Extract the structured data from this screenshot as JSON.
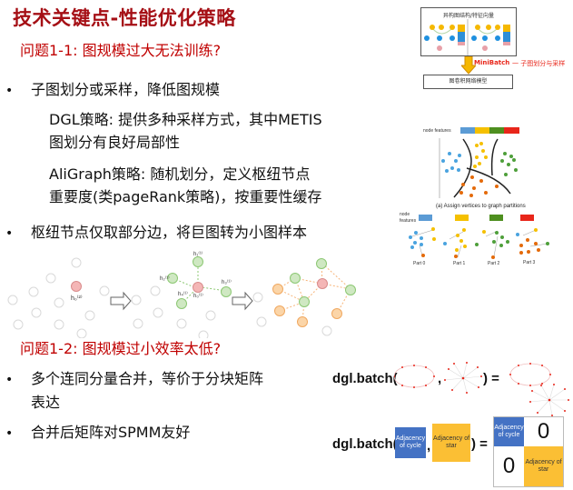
{
  "slide": {
    "title": "技术关键点-性能优化策略",
    "problem1": "问题1-1: 图规模过大无法训练?",
    "bullets1": [
      {
        "bullet": "•",
        "text": "子图划分或采样，降低图规模"
      },
      {
        "bullet": "",
        "text": "DGL策略: 提供多种采样方式，其中METIS"
      },
      {
        "bullet": "",
        "text": "图划分有良好局部性"
      },
      {
        "bullet": "",
        "text": "AliGraph策略: 随机划分，定义枢纽节点"
      },
      {
        "bullet": "",
        "text": "重要度(类pageRank策略)，按重要性缓存"
      },
      {
        "bullet": "•",
        "text": "枢纽节点仅取部分边，将巨图转为小图样本"
      }
    ],
    "problem2": "问题1-2: 图规模过小效率太低?",
    "bullets2": [
      {
        "bullet": "•",
        "text": "多个连同分量合并，等价于分块矩阵"
      },
      {
        "bullet": "",
        "text": "表达"
      },
      {
        "bullet": "•",
        "text": "合并后矩阵对SPMM友好"
      }
    ]
  },
  "figure_minibatch": {
    "top_box_label": "异构图结构/特征向量",
    "arrow_label": "MiniBatch",
    "arrow_note": "一 子图划分与采样",
    "bottom_box_label": "图卷积网络模型"
  },
  "figure_partition": {
    "legend_label": "node features",
    "caption": "(a) Assign vertices to graph partitions",
    "legend_label2": "node features",
    "parts": [
      "Part 0",
      "Part 1",
      "Part 2",
      "Part 3"
    ],
    "colors": [
      "#5b9bd5",
      "#f5c000",
      "#4e8f1f",
      "#e8261a"
    ]
  },
  "figure_sampling": {
    "center_label": "h₀⁽²⁾",
    "arrow_icon": "hollow-right-arrow"
  },
  "figure_batch": {
    "expr_label": "dgl.batch(",
    "comma": ",",
    "close_eq": ") =",
    "cycle_label": "Adjacency of cycle",
    "star_label": "Adjacency of star",
    "zero": "0"
  },
  "colors": {
    "title": "#a50f15",
    "subtitle": "#c00000",
    "adj_blue": "#4472c4",
    "adj_yellow": "#fbbf34",
    "arrow_red": "#e8261a"
  }
}
